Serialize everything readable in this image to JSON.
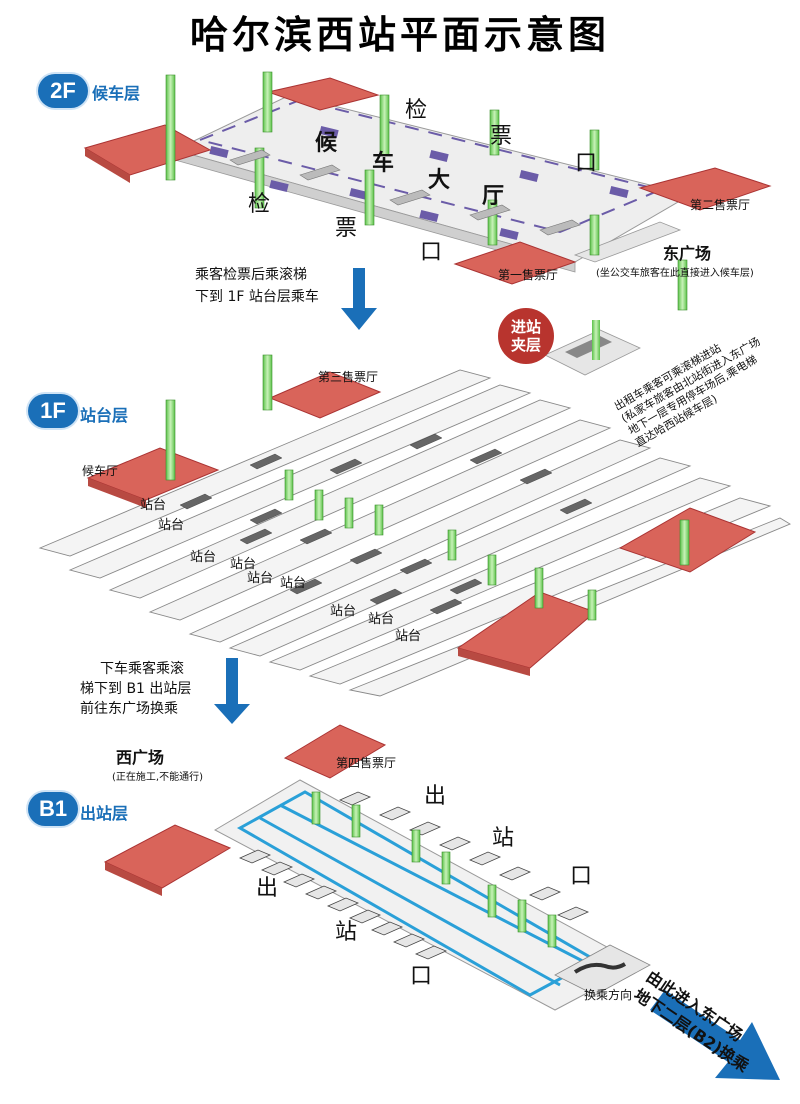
{
  "title": "哈尔滨西站平面示意图",
  "floors": {
    "f2": {
      "code": "2F",
      "name": "候车层"
    },
    "f1": {
      "code": "1F",
      "name": "站台层"
    },
    "b1": {
      "code": "B1",
      "name": "出站层"
    }
  },
  "f2_labels": {
    "hall_1": "候",
    "hall_2": "车",
    "hall_3": "大",
    "hall_4": "厅",
    "gate_a": "检",
    "gate_b": "票",
    "gate_c": "口",
    "gate_d": "检",
    "gate_e": "票",
    "gate_f": "口",
    "ticket_1": "第一售票厅",
    "ticket_2": "第二售票厅",
    "east_plaza": "东广场",
    "east_plaza_note": "(坐公交车旅客在此直接进入候车层)"
  },
  "transfer_notes": {
    "down_to_1f_line1": "乘客检票后乘滚梯",
    "down_to_1f_line2": "下到 1F 站台层乘车",
    "down_to_b1_line1": "下车乘客乘滚",
    "down_to_b1_line2": "梯下到 B1 出站层",
    "down_to_b1_line3": "前往东广场换乘"
  },
  "mezzanine": {
    "label_line1": "进站",
    "label_line2": "夹层",
    "note_line1": "出租车乘客可乘滚梯进站",
    "note_line2": "(私家车旅客由北站街进入东广场",
    "note_line3": "地下一层专用停车场后,乘电梯",
    "note_line4": "直达哈西站候车层)"
  },
  "f1_labels": {
    "ticket_3": "第三售票厅",
    "waiting_room": "候车厅",
    "platforms": [
      "站台",
      "站台",
      "站台",
      "站台",
      "站台",
      "站台",
      "站台",
      "站台",
      "站台"
    ]
  },
  "b1_labels": {
    "west_plaza": "西广场",
    "west_plaza_note": "(正在施工,不能通行)",
    "ticket_4": "第四售票厅",
    "exit_a": "出",
    "exit_b": "站",
    "exit_c": "口",
    "exit_d": "出",
    "exit_e": "站",
    "exit_f": "口",
    "transfer_direction": "换乘方向",
    "east_transfer_line1": "由此进入东广场",
    "east_transfer_line2": "地下二层(B2)换乘"
  },
  "colors": {
    "brand_blue": "#1a6fb8",
    "hall_red": "#d9645a",
    "platform_gray": "#f4f4f4",
    "elevator_green": "#7fd36a",
    "mezzanine_red": "#b8342e",
    "gate_purple": "#6b5ca8"
  }
}
